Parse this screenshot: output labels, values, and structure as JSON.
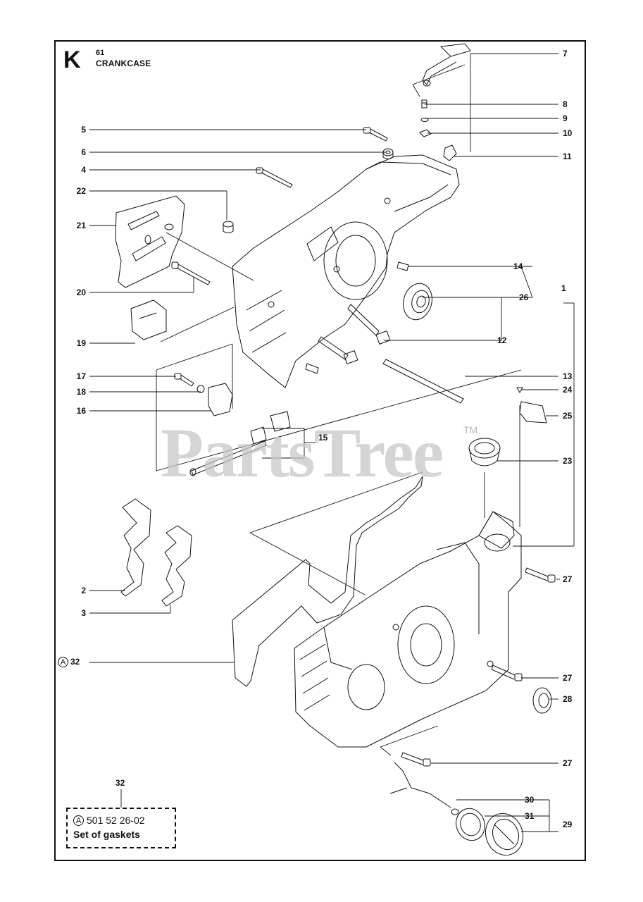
{
  "section": {
    "letter": "K",
    "number": "61",
    "name": "CRANKCASE"
  },
  "watermark": {
    "text": "PartsTree",
    "tm": "TM"
  },
  "callouts": {
    "c1": "1",
    "c2": "2",
    "c3": "3",
    "c4": "4",
    "c5": "5",
    "c6": "6",
    "c7": "7",
    "c8": "8",
    "c9": "9",
    "c10": "10",
    "c11": "11",
    "c12": "12",
    "c13": "13",
    "c14": "14",
    "c15": "15",
    "c16": "16",
    "c17": "17",
    "c18": "18",
    "c19": "19",
    "c20": "20",
    "c21": "21",
    "c22": "22",
    "c23": "23",
    "c24": "24",
    "c25": "25",
    "c26": "26",
    "c27a": "27",
    "c27b": "27",
    "c27c": "27",
    "c28": "28",
    "c29": "29",
    "c30": "30",
    "c31": "31",
    "c32": "32"
  },
  "gasket_kit": {
    "marker": "A",
    "ref_number": "32",
    "part_number": "501 52 26-02",
    "description": "Set of gaskets"
  },
  "colors": {
    "line": "#111111",
    "watermark": "#c8c8c8",
    "background": "#ffffff"
  }
}
